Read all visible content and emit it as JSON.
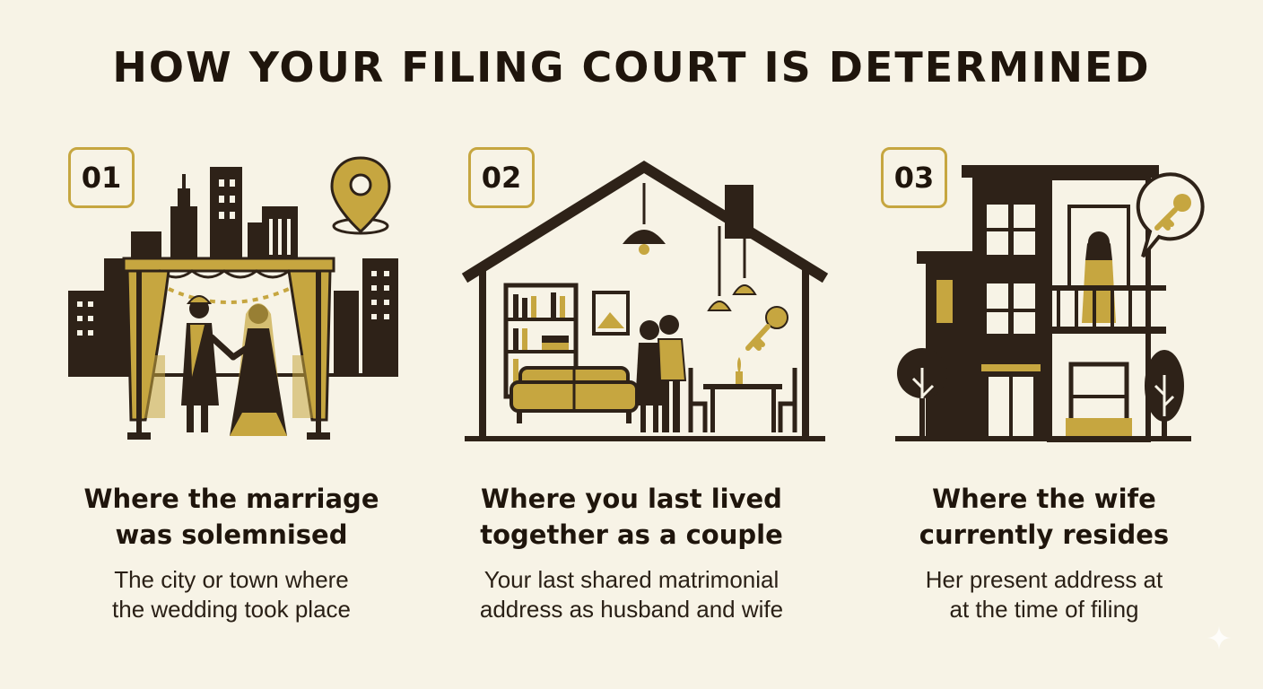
{
  "title": "HOW YOUR FILING COURT IS DETERMINED",
  "colors": {
    "background": "#f7f3e6",
    "dark": "#2e2218",
    "gold": "#c6a640",
    "text": "#1f150c"
  },
  "steps": [
    {
      "number": "01",
      "heading_lines": [
        "Where the marriage",
        "was solemnised"
      ],
      "description_lines": [
        "The city or town where",
        "the wedding took place"
      ],
      "icon": "wedding-mandap-city-location-icon"
    },
    {
      "number": "02",
      "heading_lines": [
        "Where you last lived",
        "together as a couple"
      ],
      "description_lines": [
        "Your last shared matrimonial",
        "address as husband and wife"
      ],
      "icon": "shared-home-couple-key-icon"
    },
    {
      "number": "03",
      "heading_lines": [
        "Where the wife",
        "currently resides"
      ],
      "description_lines": [
        "Her present address at",
        "at the time of filing"
      ],
      "icon": "apartment-woman-balcony-key-icon"
    }
  ]
}
